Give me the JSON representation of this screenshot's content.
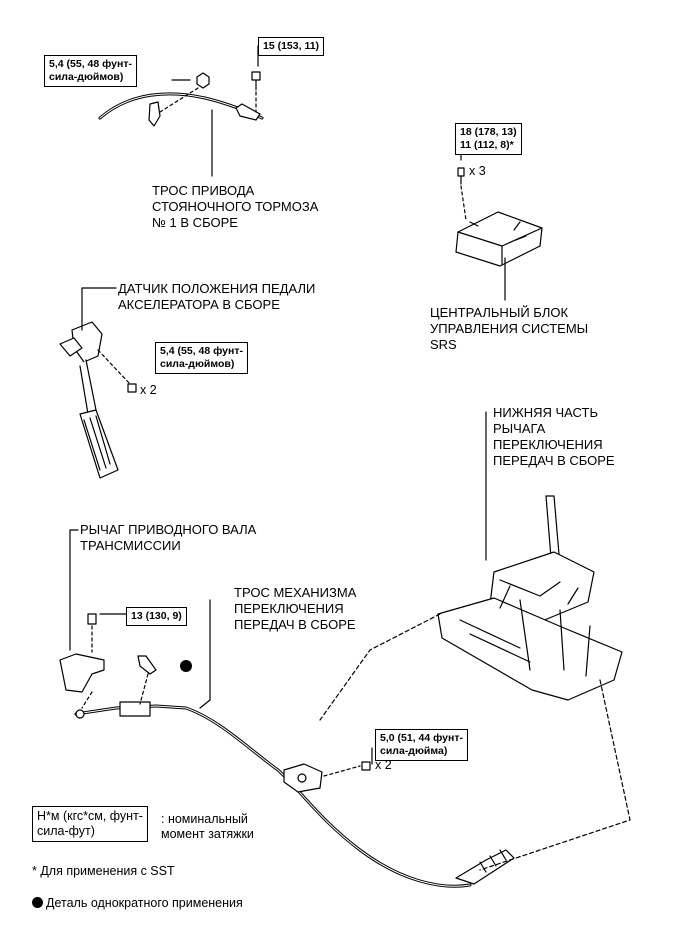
{
  "parts": {
    "parking_cable": [
      "ТРОС ПРИВОДА",
      "СТОЯНОЧНОГО ТОРМОЗА",
      "№ 1 В СБОРЕ"
    ],
    "pedal_sensor": [
      "ДАТЧИК ПОЛОЖЕНИЯ ПЕДАЛИ",
      "АКСЕЛЕРАТОРА В СБОРЕ"
    ],
    "srs_unit": [
      "ЦЕНТРАЛЬНЫЙ БЛОК",
      "УПРАВЛЕНИЯ СИСТЕМЫ",
      "SRS"
    ],
    "shift_lever": [
      "НИЖНЯЯ ЧАСТЬ",
      "РЫЧАГА",
      "ПЕРЕКЛЮЧЕНИЯ",
      "ПЕРЕДАЧ В СБОРЕ"
    ],
    "trans_lever": [
      "РЫЧАГ ПРИВОДНОГО ВАЛА",
      "ТРАНСМИССИИ"
    ],
    "shift_cable": [
      "ТРОС МЕХАНИЗМА",
      "ПЕРЕКЛЮЧЕНИЯ",
      "ПЕРЕДАЧ В СБОРЕ"
    ]
  },
  "torques": {
    "t1": [
      "5,4 (55, 48 фунт-",
      "сила-дюймов)"
    ],
    "t2": [
      "15 (153, 11)"
    ],
    "t3": [
      "18 (178, 13)",
      "11 (112, 8)*"
    ],
    "t4": [
      "5,4 (55, 48 фунт-",
      "сила-дюймов)"
    ],
    "t5": [
      "13 (130, 9)"
    ],
    "t6": [
      "5,0 (51, 44 фунт-",
      "сила-дюйма)"
    ]
  },
  "multipliers": {
    "m3": "x 3",
    "m4": "x 2",
    "m6": "x 2"
  },
  "legend": {
    "unit_box": [
      "Н*м (кгс*см, фунт-",
      "сила-фут)"
    ],
    "unit_desc": [
      ": номинальный",
      "момент затяжки"
    ],
    "sst_note": "* Для применения с SST",
    "single_use": "Деталь однократного применения"
  }
}
